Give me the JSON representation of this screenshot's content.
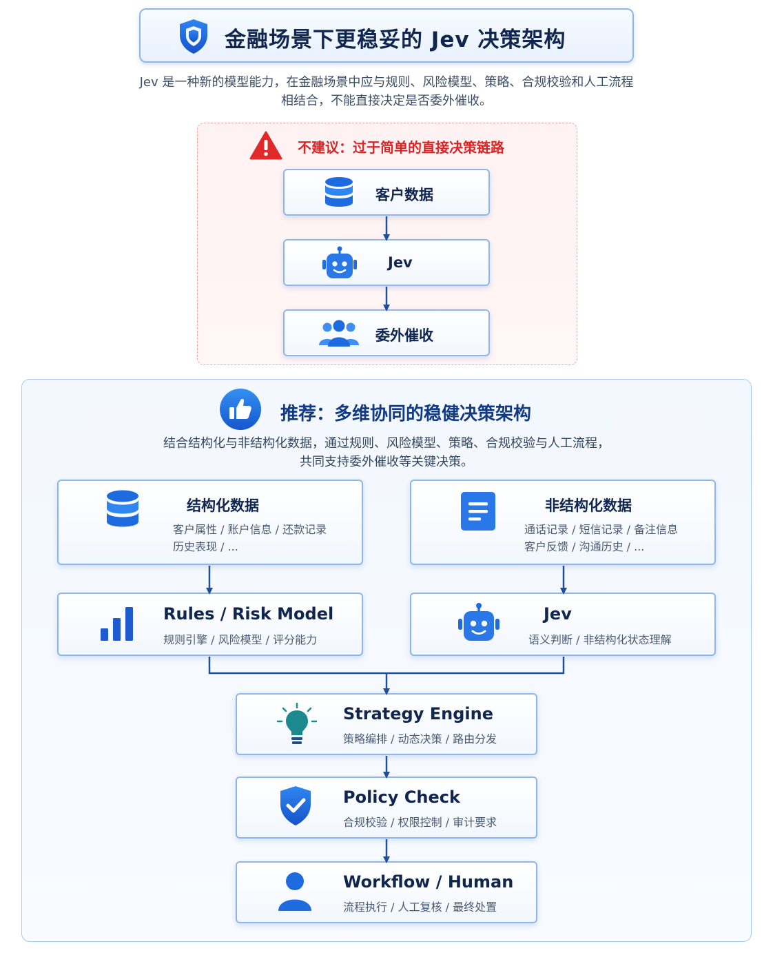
{
  "header": {
    "title": "金融场景下更稳妥的 Jev 决策架构",
    "subtitle_line1": "Jev 是一种新的模型能力，在金融场景中应与规则、风险模型、策略、合规校验和人工流程",
    "subtitle_line2": "相结合，不能直接决定是否委外催收。"
  },
  "not_recommended": {
    "title": "不建议：过于简单的直接决策链路",
    "steps": [
      {
        "label": "客户数据",
        "icon": "database-icon"
      },
      {
        "label": "Jev",
        "icon": "robot-icon"
      },
      {
        "label": "委外催收",
        "icon": "users-icon"
      }
    ]
  },
  "recommended": {
    "title": "推荐：多维协同的稳健决策架构",
    "subtitle_line1": "结合结构化与非结构化数据，通过规则、风险模型、策略、合规校验与人工流程，",
    "subtitle_line2": "共同支持委外催收等关键决策。",
    "structured": {
      "title": "结构化数据",
      "desc_line1": "客户属性 / 账户信息 / 还款记录",
      "desc_line2": "历史表现 / ..."
    },
    "unstructured": {
      "title": "非结构化数据",
      "desc_line1": "通话记录 / 短信记录 / 备注信息",
      "desc_line2": "客户反馈 / 沟通历史 / ..."
    },
    "rules": {
      "title": "Rules / Risk Model",
      "desc": "规则引擎 / 风险模型 / 评分能力"
    },
    "jev": {
      "title": "Jev",
      "desc": "语义判断 / 非结构化状态理解"
    },
    "strategy": {
      "title": "Strategy Engine",
      "desc": "策略编排 / 动态决策 / 路由分发"
    },
    "policy": {
      "title": "Policy Check",
      "desc": "合规校验 / 权限控制 / 审计要求"
    },
    "workflow": {
      "title": "Workflow / Human",
      "desc": "流程执行 / 人工复核 / 最终处置"
    }
  },
  "colors": {
    "primary_blue": "#1f6fe0",
    "dark_navy": "#10264f",
    "warning_red": "#d92525",
    "teal_bulb": "#1a8a8f"
  }
}
